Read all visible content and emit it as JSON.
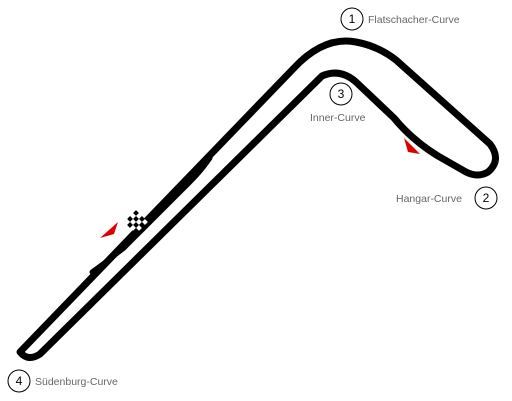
{
  "map": {
    "track_color": "#000000",
    "direction_arrow_color": "#dd0000",
    "corners": [
      {
        "number": "1",
        "name": "Flatschacher-Curve"
      },
      {
        "number": "2",
        "name": "Hangar-Curve"
      },
      {
        "number": "3",
        "name": "Inner-Curve"
      },
      {
        "number": "4",
        "name": "Südenburg-Curve"
      }
    ],
    "icons": [
      "checkered-flag-icon",
      "direction-arrow-icon",
      "direction-arrow-icon"
    ]
  }
}
